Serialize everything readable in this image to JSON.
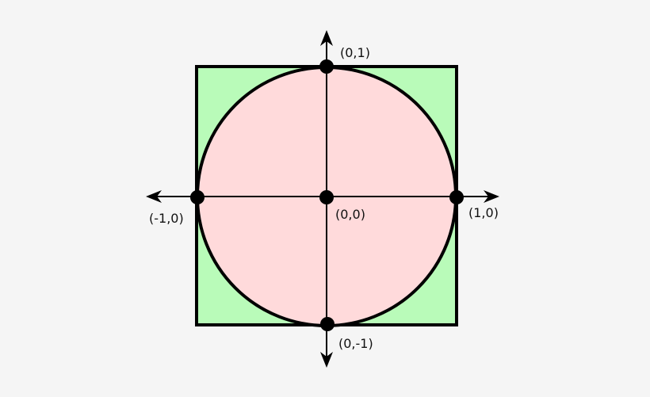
{
  "diagram": {
    "description": "Unit circle inscribed in a square with x and y axes",
    "colors": {
      "background": "#f5f5f5",
      "square_fill": "#b9fbb9",
      "circle_fill": "#ffdadb",
      "stroke": "#000000"
    },
    "points": [
      {
        "id": "top",
        "label": "(0,1)"
      },
      {
        "id": "left",
        "label": "(-1,0)"
      },
      {
        "id": "origin",
        "label": "(0,0)"
      },
      {
        "id": "right",
        "label": "(1,0)"
      },
      {
        "id": "bottom",
        "label": "(0,-1)"
      }
    ]
  }
}
